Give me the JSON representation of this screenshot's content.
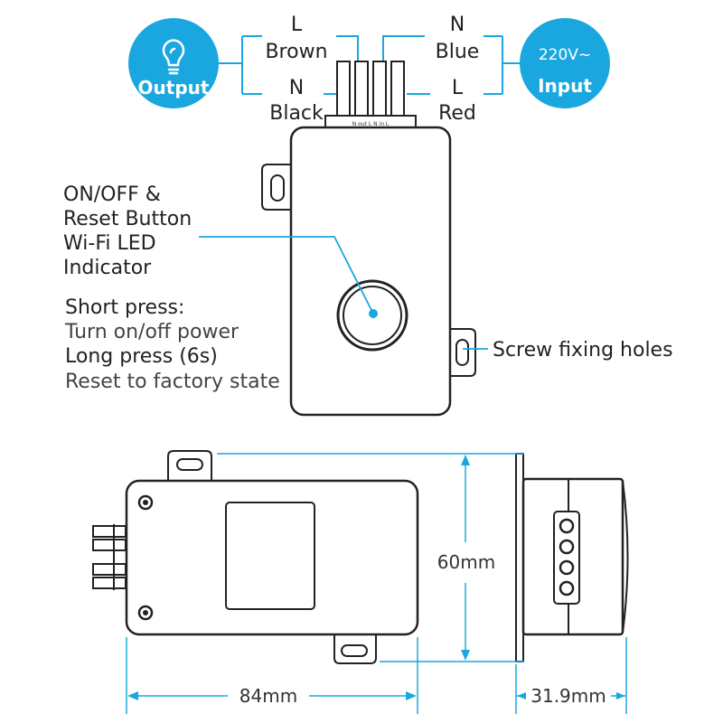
{
  "badges": {
    "output_label": "Output",
    "input_label": "Input",
    "input_voltage": "220V~",
    "color": "#1aa7e0"
  },
  "wires": {
    "output_top_letter": "L",
    "output_top_color": "Brown",
    "output_bottom_letter": "N",
    "output_bottom_color": "Black",
    "input_top_letter": "N",
    "input_top_color": "Blue",
    "input_bottom_letter": "L",
    "input_bottom_color": "Red",
    "terminal_marking": "N out L    N in L"
  },
  "button_callout": {
    "line1": "ON/OFF &",
    "line2": "Reset Button",
    "line3": "Wi-Fi LED",
    "line4": "Indicator"
  },
  "press_info": {
    "short_title": "Short press:",
    "short_desc": "Turn on/off power",
    "long_title": "Long press (6s)",
    "long_desc": "Reset to factory state"
  },
  "screw_label": "Screw fixing holes",
  "dimensions": {
    "height": "60mm",
    "width": "84mm",
    "depth": "31.9mm"
  },
  "colors": {
    "accent": "#1aa7e0",
    "outline": "#222222"
  }
}
